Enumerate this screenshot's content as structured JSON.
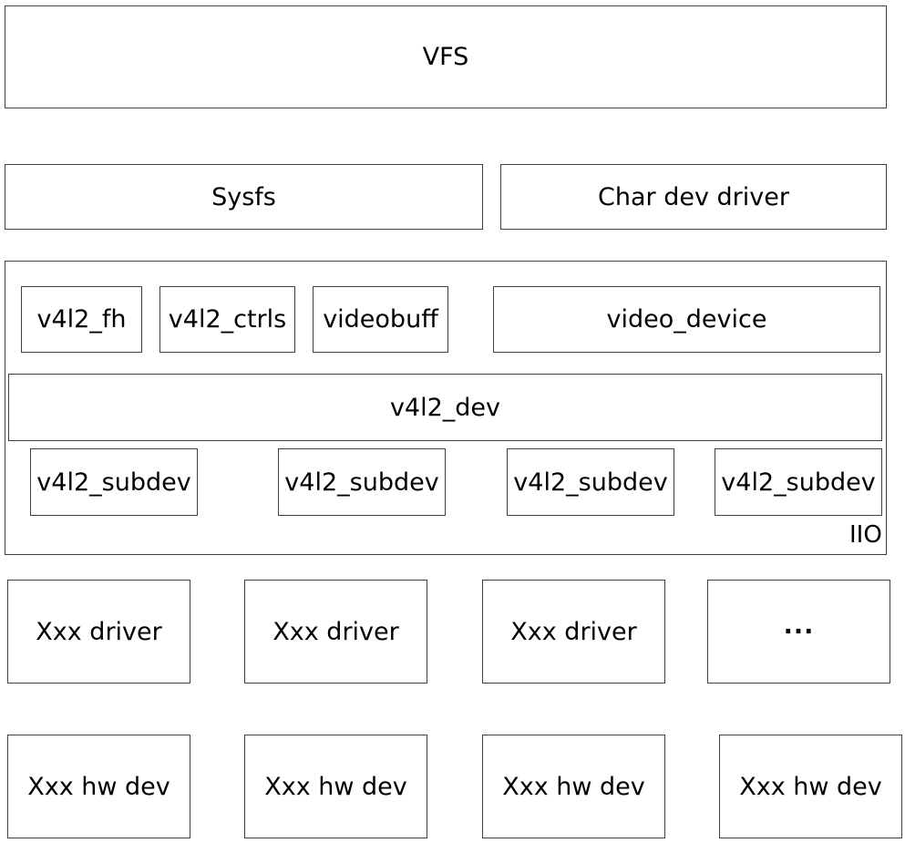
{
  "diagram": {
    "vfs": "VFS",
    "sysfs": "Sysfs",
    "char_dev_driver": "Char dev driver",
    "iio": {
      "label": "IIO",
      "v4l2_fh": "v4l2_fh",
      "v4l2_ctrls": "v4l2_ctrls",
      "videobuff": "videobuff",
      "video_device": "video_device",
      "v4l2_dev": "v4l2_dev",
      "subdevs": [
        "v4l2_subdev",
        "v4l2_subdev",
        "v4l2_subdev",
        "v4l2_subdev"
      ]
    },
    "drivers": [
      "Xxx driver",
      "Xxx driver",
      "Xxx driver",
      "···"
    ],
    "hw_devs": [
      "Xxx hw dev",
      "Xxx hw dev",
      "Xxx hw dev",
      "Xxx hw dev"
    ]
  }
}
